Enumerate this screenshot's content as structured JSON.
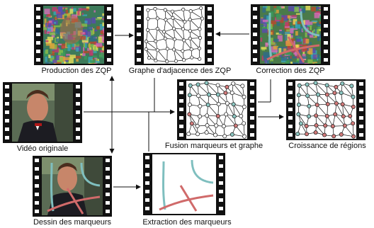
{
  "labels": {
    "production": "Production des ZQP",
    "graphe": "Graphe d'adjacence des ZQP",
    "correction": "Correction des ZQP",
    "video": "Vidéo originale",
    "fusion": "Fusion marqueurs et graphe",
    "croissance": "Croissance de régions",
    "dessin": "Dessin des marqueurs",
    "extraction": "Extraction des marqueurs"
  },
  "colors": {
    "marker_cyan": "#7fbfbf",
    "marker_red": "#d06a6a",
    "node_cyan": "#8cc7c2",
    "node_red": "#d27a7a",
    "film": "#111111"
  }
}
